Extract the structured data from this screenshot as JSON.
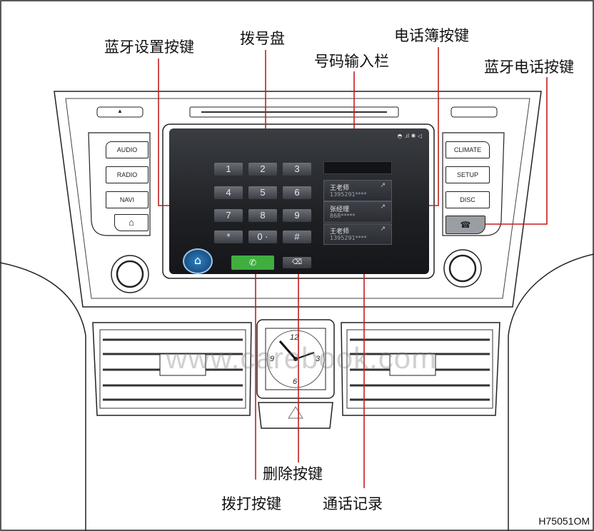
{
  "callouts": {
    "bt_settings": "蓝牙设置按键",
    "dialpad": "拨号盘",
    "number_field": "号码输入栏",
    "phonebook": "电话簿按键",
    "bt_phone": "蓝牙电话按键",
    "delete": "删除按键",
    "dial": "拨打按键",
    "call_log": "通话记录"
  },
  "figure_code": "H75051OM",
  "left_buttons": [
    "AUDIO",
    "RADIO",
    "NAVI"
  ],
  "right_buttons": [
    "CLIMATE",
    "SETUP",
    "DISC"
  ],
  "dialpad_keys": [
    "1",
    "2",
    "3",
    "4",
    "5",
    "6",
    "7",
    "8",
    "9",
    "*",
    "0 ·",
    "#"
  ],
  "call_records": [
    {
      "name": "王老师",
      "number": "1395291****"
    },
    {
      "name": "张经理",
      "number": "868*****"
    },
    {
      "name": "王老师",
      "number": "1395291****"
    }
  ],
  "clock_numerals": [
    "12",
    "3",
    "6",
    "9"
  ],
  "watermark": "www.carebook.com",
  "icons": {
    "eject": "eject-icon",
    "home": "home-icon",
    "call": "phone-icon",
    "delete": "backspace-icon",
    "bluetooth": "bluetooth-icon",
    "phonebook": "contacts-icon",
    "bt_phone": "phone-handset-icon",
    "hazard": "hazard-triangle-icon"
  },
  "colors": {
    "call_button": "#3fae3f",
    "screen_bg": "#1e2024"
  }
}
